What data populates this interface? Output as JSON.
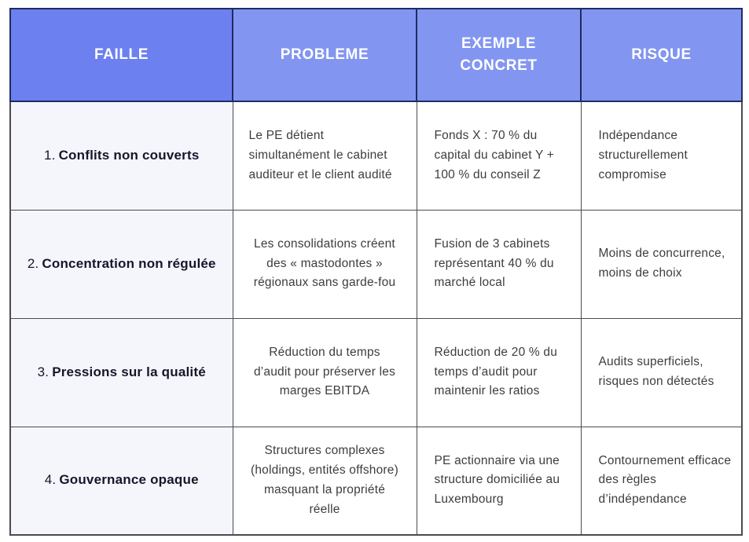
{
  "colors": {
    "header_faille_bg": "#6D80EF",
    "header_bg": "#8296F1",
    "header_text": "#FFFFFF",
    "header_border": "#1F2C63",
    "grid_border": "#4B4B50",
    "row_label_bg": "#F5F6FC",
    "row_label_text": "#15162B",
    "body_text": "#3D3D3D",
    "background": "#FFFFFF"
  },
  "chart_data": {
    "type": "table",
    "columns": [
      "FAILLE",
      "PROBLEME",
      "EXEMPLE CONCRET",
      "RISQUE"
    ],
    "rows": [
      {
        "number": "1.",
        "faille": "Conflits non couverts",
        "probleme": "Le PE détient simultanément le cabinet auditeur et le client audité",
        "exemple_concret": "Fonds X : 70 % du capital du cabinet Y + 100 % du conseil Z",
        "risque": "Indépendance structurellement compromise"
      },
      {
        "number": "2.",
        "faille": "Concentration non régulée",
        "probleme": "Les consolidations créent des « mastodontes » régionaux sans garde-fou",
        "exemple_concret": "Fusion de 3 cabinets représentant 40 % du marché local",
        "risque": "Moins de concurrence, moins de choix"
      },
      {
        "number": "3.",
        "faille": "Pressions sur la qualité",
        "probleme": "Réduction du temps d’audit pour préserver les marges EBITDA",
        "exemple_concret": "Réduction de 20 % du temps d’audit pour maintenir les ratios",
        "risque": "Audits superficiels, risques non détectés"
      },
      {
        "number": "4.",
        "faille": "Gouvernance opaque",
        "probleme": "Structures complexes (holdings, entités offshore) masquant la propriété réelle",
        "exemple_concret": "PE actionnaire via une structure domiciliée au Luxembourg",
        "risque": "Contournement efficace des règles d’indépendance"
      }
    ]
  }
}
